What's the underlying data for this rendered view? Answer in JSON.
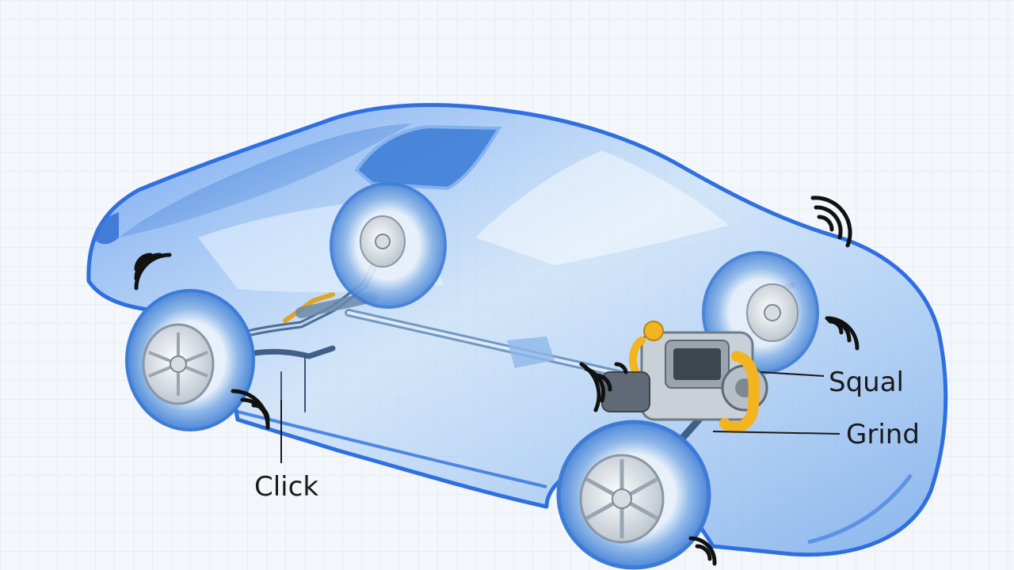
{
  "labels": {
    "click": "Click",
    "squeal": "Squal",
    "grind": "Grind"
  },
  "colors": {
    "background": "#f3f6fa",
    "grid": "#dfe6ef",
    "body_fill": "#9cc6f2",
    "body_stroke": "#2f6fe0",
    "tire": "#7fb0e6",
    "rim": "#e8edf3",
    "engine_gold": "#f2b420",
    "engine_metal": "#c9d0d8",
    "sound_waves": "#111111",
    "text": "#1a1a1a"
  },
  "icons": [
    "sound-wave-icon"
  ]
}
